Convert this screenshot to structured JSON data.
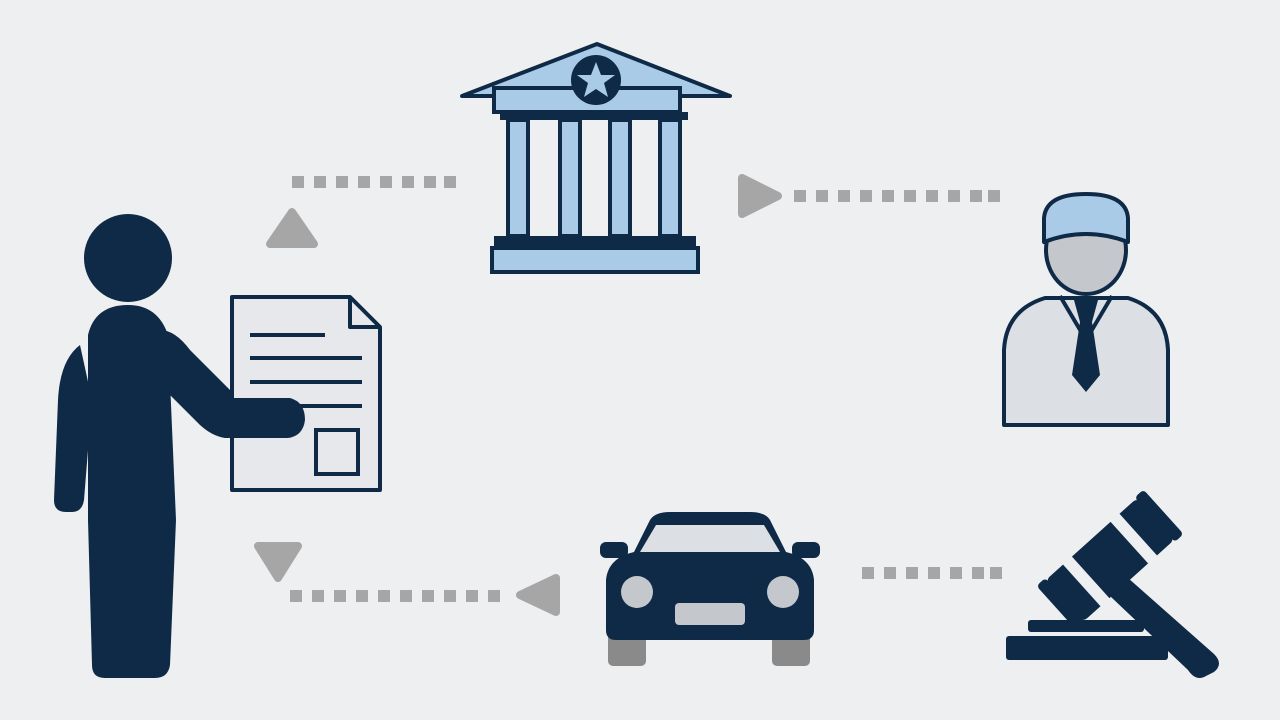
{
  "diagram": {
    "type": "process-cycle",
    "nodes": [
      {
        "id": "person",
        "icon": "person-holding-document-icon"
      },
      {
        "id": "document",
        "icon": "document-icon"
      },
      {
        "id": "government",
        "icon": "government-building-icon"
      },
      {
        "id": "official",
        "icon": "official-with-tie-icon"
      },
      {
        "id": "court",
        "icon": "gavel-icon"
      },
      {
        "id": "vehicle",
        "icon": "car-icon"
      }
    ],
    "flow": [
      {
        "from": "person",
        "to": "government",
        "style": "dotted-arrow"
      },
      {
        "from": "government",
        "to": "official",
        "style": "dotted-arrow"
      },
      {
        "from": "court",
        "to": "vehicle",
        "style": "dotted-connector"
      },
      {
        "from": "vehicle",
        "to": "person",
        "style": "dotted-arrow"
      }
    ]
  },
  "colors": {
    "background": "#eeeff0",
    "navy": "#0f2a47",
    "light_blue": "#a9cbe8",
    "light_gray": "#dcdfe3",
    "arrow_gray": "#a6a6a6",
    "wheel_gray": "#8a8a8a",
    "paper": "#e6e8eb"
  }
}
